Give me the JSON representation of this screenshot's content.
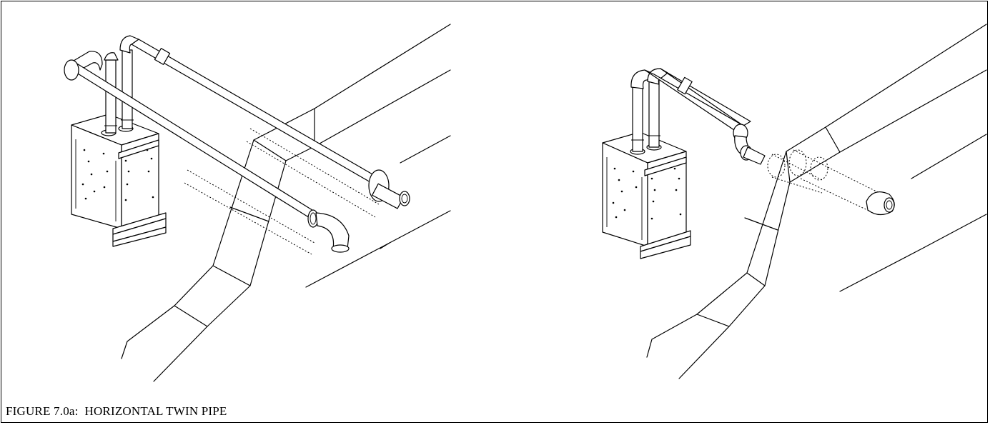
{
  "figure": {
    "caption": "FIGURE 7.0a:  HORIZONTAL TWIN PIPE",
    "panels": [
      {
        "name": "twin-pipe-separate-terminations"
      },
      {
        "name": "twin-pipe-concentric-termination"
      }
    ]
  },
  "colors": {
    "line": "#000000",
    "background": "#ffffff"
  }
}
